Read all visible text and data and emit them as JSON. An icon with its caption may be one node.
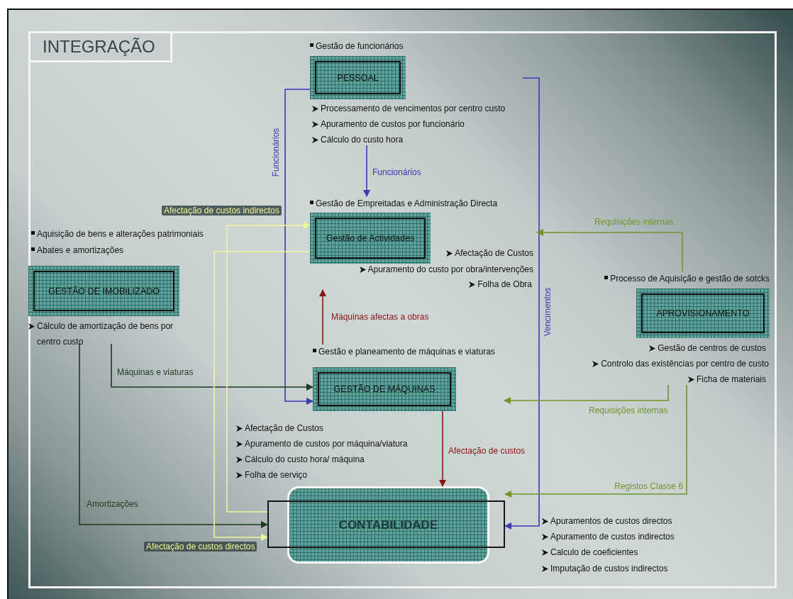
{
  "diagram": {
    "title": "INTEGRAÇÃO",
    "nodes": [
      {
        "text": [
          "Gestão de funcionários",
          "PESSOAL",
          "Processamento de vencimentos por centro custo",
          "Apuramento de custos por funcionário",
          "Cálculo do custo hora"
        ]
      },
      {
        "text": [
          "Gestão de Empreitadas e Administração Directa",
          "Gestão de Actividades",
          "Afectação de Custos",
          "Apuramento do custo por obra/intervenções",
          "Folha de Obra"
        ]
      },
      {
        "text": [
          "Aquisição de bens e alterações patrimoniais",
          "Abates e amortizações",
          "GESTÃO DE IMOBILIZADO",
          "Cálculo de amortização de bens por centro custo"
        ]
      },
      {
        "text": [
          "Processo de Aquisição e gestão de sotcks",
          "APROVISIONAMENTO",
          "Gestão de centros de custos",
          "Controlo das existências por centro de custo",
          "Ficha de materiais"
        ]
      },
      {
        "text": [
          "Gestão e planeamento de máquinas e viaturas",
          "GESTÃO DE MÁQUINAS"
        ],
        "beside": [
          "Afectação de Custos",
          "Apuramento de custos por máquina/viatura",
          "Cálculo do custo hora/ máquina",
          "Folha de serviço"
        ]
      },
      {
        "text": [
          "CONTABILIDADE"
        ],
        "beside": [
          "Apuramentos de custos directos",
          "Apuramento de custos indirectos",
          "Calculo de coeficientes",
          "Imputação de custos indirectos"
        ]
      }
    ],
    "edges": [
      {
        "from": 0,
        "to": 1,
        "arrow": "to",
        "label": "Funcionários",
        "color": "#3b3bb0"
      },
      {
        "from": 0,
        "to": 4,
        "arrow": "to",
        "label": "Funcionários",
        "color": "#3b3bb0"
      },
      {
        "from": 0,
        "to": 5,
        "arrow": "to",
        "label": "Vencimentos",
        "color": "#3b3bb0"
      },
      {
        "from": 4,
        "to": 1,
        "arrow": "to",
        "label": "Máquinas afectas a obras",
        "color": "#8b1414"
      },
      {
        "from": 4,
        "to": 5,
        "arrow": "to",
        "label": "Afectação de custos",
        "color": "#8b1414"
      },
      {
        "from": 3,
        "to": 1,
        "arrow": "to",
        "label": "Requisições internas",
        "color": "#6e9628"
      },
      {
        "from": 3,
        "to": 4,
        "arrow": "to",
        "label": "Requisições internas",
        "color": "#6e9628"
      },
      {
        "from": 3,
        "to": 5,
        "arrow": "to",
        "label": "Registos Classe 6",
        "color": "#6e9628"
      },
      {
        "from": 2,
        "to": 4,
        "arrow": "to",
        "label": "Máquinas e viaturas",
        "color": "#1e3a1e"
      },
      {
        "from": 2,
        "to": 5,
        "arrow": "to",
        "label": "Amortizações",
        "color": "#1e3a1e"
      },
      {
        "from": 5,
        "to": 1,
        "arrow": "to",
        "label": "Afectação de custos indirectos",
        "color": "#eef79a"
      },
      {
        "from": 1,
        "to": 5,
        "arrow": "to",
        "label": "Afectação de custos directos",
        "color": "#eef79a"
      }
    ]
  }
}
